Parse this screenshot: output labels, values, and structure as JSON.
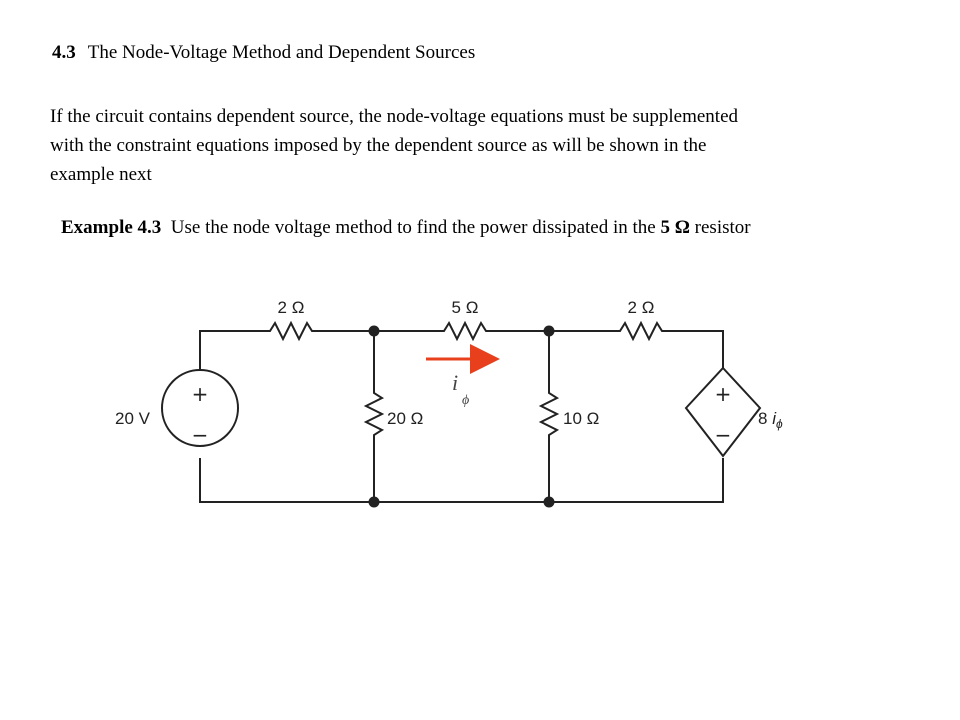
{
  "section": {
    "number": "4.3",
    "title": "The Node-Voltage Method and Dependent Sources"
  },
  "intro_lines": [
    "If the circuit contains dependent source, the node-voltage equations must be supplemented",
    "with the constraint equations imposed by the dependent source as will be shown in the",
    "example next"
  ],
  "example": {
    "label": "Example 4.3",
    "text": "Use the node voltage method to find the power dissipated in the",
    "resistor_label": "5 Ω",
    "tail": "resistor"
  },
  "circuit": {
    "source_label": "20 V",
    "r_left_top": "2 Ω",
    "r_mid_top": "5 Ω",
    "r_right_top": "2 Ω",
    "r_shunt_left": "20 Ω",
    "r_shunt_right": "10 Ω",
    "dep_coeff": "8",
    "dep_var": "i",
    "dep_sub": "ϕ",
    "current_var": "i",
    "current_sub": "ϕ",
    "plus_sign": "+",
    "minus_sign": "−",
    "arrow_color": "#e8401c",
    "wire_color": "#222222"
  }
}
